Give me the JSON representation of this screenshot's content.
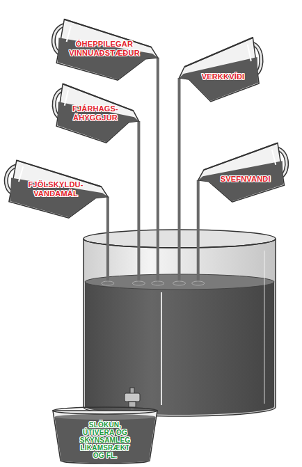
{
  "diagram": {
    "nodes": [
      {
        "text": [
          "ÓHEPPILEGAR VINNUAÐSTÆÐUR"
        ]
      },
      {
        "text": [
          "VERKKVÍÐI"
        ]
      },
      {
        "text": [
          "FJÁRHAGS- ÁHYGGJUR"
        ]
      },
      {
        "text": [
          "SVEFNVANDI"
        ]
      },
      {
        "text": [
          "FJÖLSKYLDU- VANDAMÁL"
        ]
      },
      {
        "text": [
          "SLÖKUN, ÚTIVERA OG SKYNSAMLEG LÍKAMSRÆKT OG FL."
        ]
      }
    ]
  }
}
